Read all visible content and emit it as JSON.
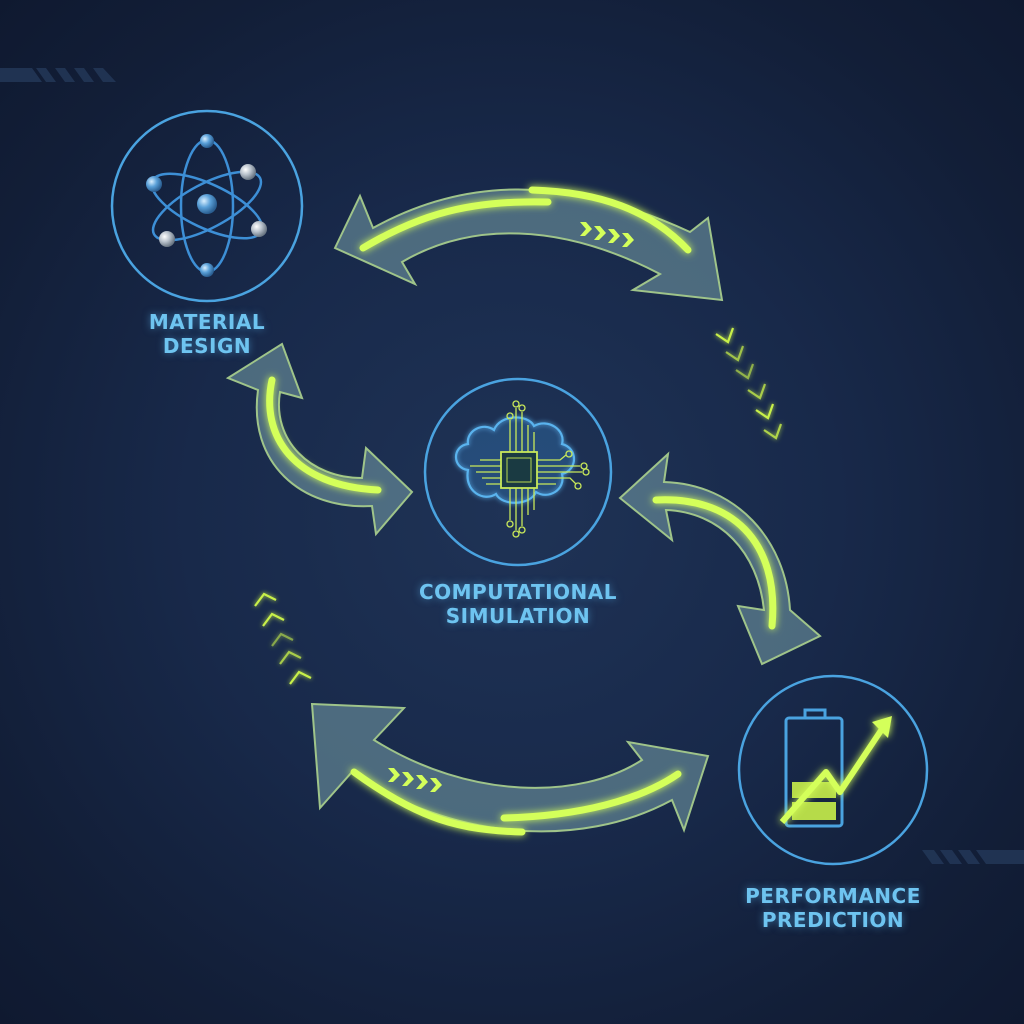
{
  "diagram": {
    "title": "",
    "colors": {
      "background": "#18294a",
      "node_ring": "#4aa3e0",
      "label_text": "#6ec4f0",
      "arrow_fill": "#5d7f96",
      "arrow_glow": "#d4ff5a",
      "icon_green": "#c8f04a"
    },
    "nodes": [
      {
        "id": "material-design",
        "line1": "MATERIAL",
        "line2": "DESIGN",
        "icon": "atom-icon"
      },
      {
        "id": "computational-simulation",
        "line1": "COMPUTATIONAL",
        "line2": "SIMULATION",
        "icon": "brain-chip-icon"
      },
      {
        "id": "performance-prediction",
        "line1": "PERFORMANCE",
        "line2": "PREDICTION",
        "icon": "battery-growth-icon"
      }
    ],
    "edges": [
      {
        "from": "material-design",
        "to": "performance-prediction",
        "type": "bidirectional",
        "position": "top"
      },
      {
        "from": "material-design",
        "to": "computational-simulation",
        "type": "bidirectional",
        "position": "left"
      },
      {
        "from": "computational-simulation",
        "to": "performance-prediction",
        "type": "bidirectional",
        "position": "right"
      },
      {
        "from": "performance-prediction",
        "to": "material-design",
        "type": "bidirectional",
        "position": "bottom"
      }
    ],
    "decorations": [
      "chevron-trail-down-right",
      "chevron-trail-up-left",
      "stripe-bar-top-left",
      "stripe-bar-bottom-right"
    ]
  }
}
